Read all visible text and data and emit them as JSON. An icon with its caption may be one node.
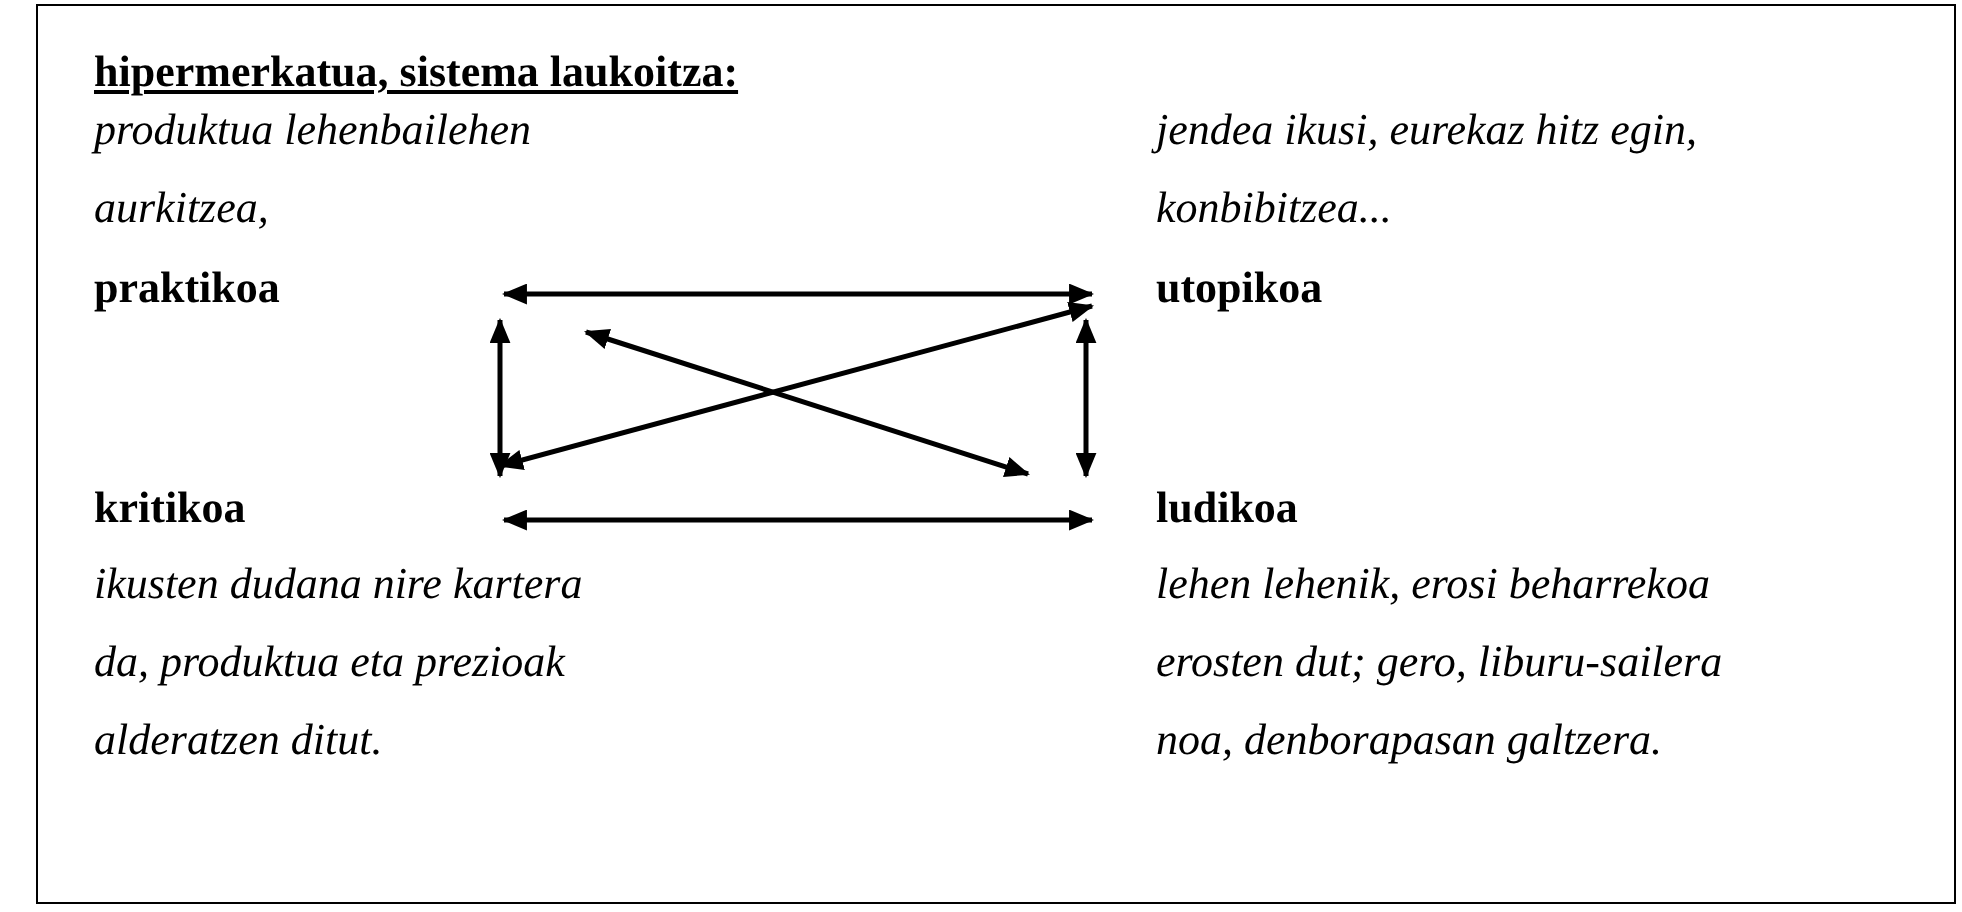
{
  "diagram": {
    "title": "hipermerkatua, sistema laukoitza:",
    "nodes": [
      {
        "text": [
          "praktikoa"
        ],
        "beside": [
          "produktua lehenbailehen aurkitzea,"
        ]
      },
      {
        "text": [
          "utopikoa"
        ],
        "beside": [
          "jendea ikusi, eurekaz hitz egin, konbibitzea..."
        ]
      },
      {
        "text": [
          "kritikoa"
        ],
        "beside": [
          "ikusten dudana nire kartera da, produktua eta prezioak alderatzen ditut."
        ]
      },
      {
        "text": [
          "ludikoa"
        ],
        "beside": [
          "lehen lehenik, erosi beharrekoa erosten dut; gero, liburu-sailera noa, denborapasan galtzera."
        ]
      }
    ],
    "edges": [
      {
        "from": 0,
        "to": 1,
        "arrow": "both"
      },
      {
        "from": 0,
        "to": 2,
        "arrow": "both"
      },
      {
        "from": 1,
        "to": 3,
        "arrow": "both"
      },
      {
        "from": 0,
        "to": 3,
        "arrow": "both"
      },
      {
        "from": 1,
        "to": 2,
        "arrow": "both"
      },
      {
        "from": 2,
        "to": 3,
        "arrow": "both"
      }
    ]
  }
}
